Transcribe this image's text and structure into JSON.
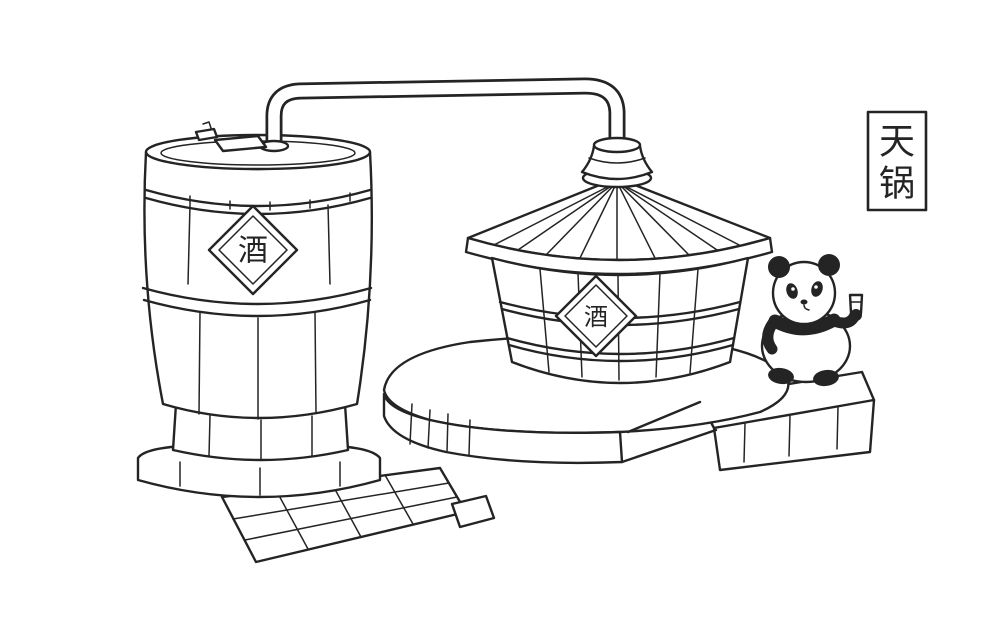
{
  "scene": {
    "barrel_seal_char": "酒",
    "tub_seal_char": "酒",
    "caption_box": {
      "char_top": "天",
      "char_bottom": "锅"
    }
  },
  "colors": {
    "ink": "#242424",
    "paper": "#ffffff"
  }
}
